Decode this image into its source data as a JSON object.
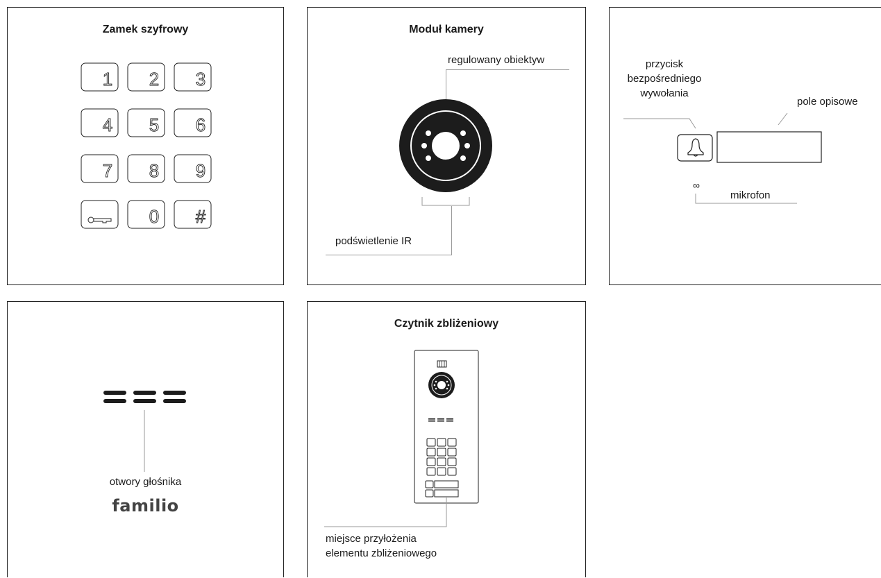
{
  "keypad": {
    "title": "Zamek szyfrowy",
    "keys": [
      "1",
      "2",
      "3",
      "4",
      "5",
      "6",
      "7",
      "8",
      "9",
      "",
      "0",
      "#"
    ],
    "key_icon": "key-icon"
  },
  "camera": {
    "title": "Moduł kamery",
    "lens_label": "regulowany obiektyw",
    "ir_label": "podświetlenie IR"
  },
  "callbutton": {
    "button_label": [
      "przycisk",
      "bezpośredniego",
      "wywołania"
    ],
    "field_label": "pole opisowe",
    "mic_label": "mikrofon",
    "bell_icon": "bell-icon",
    "mic_glyph": "∞"
  },
  "speaker": {
    "label": "otwory głośnika",
    "logo": "familio"
  },
  "reader": {
    "title": "Czytnik zbliżeniowy",
    "label": [
      "miejsce przyłożenia",
      "elementu zbliżeniowego"
    ]
  }
}
